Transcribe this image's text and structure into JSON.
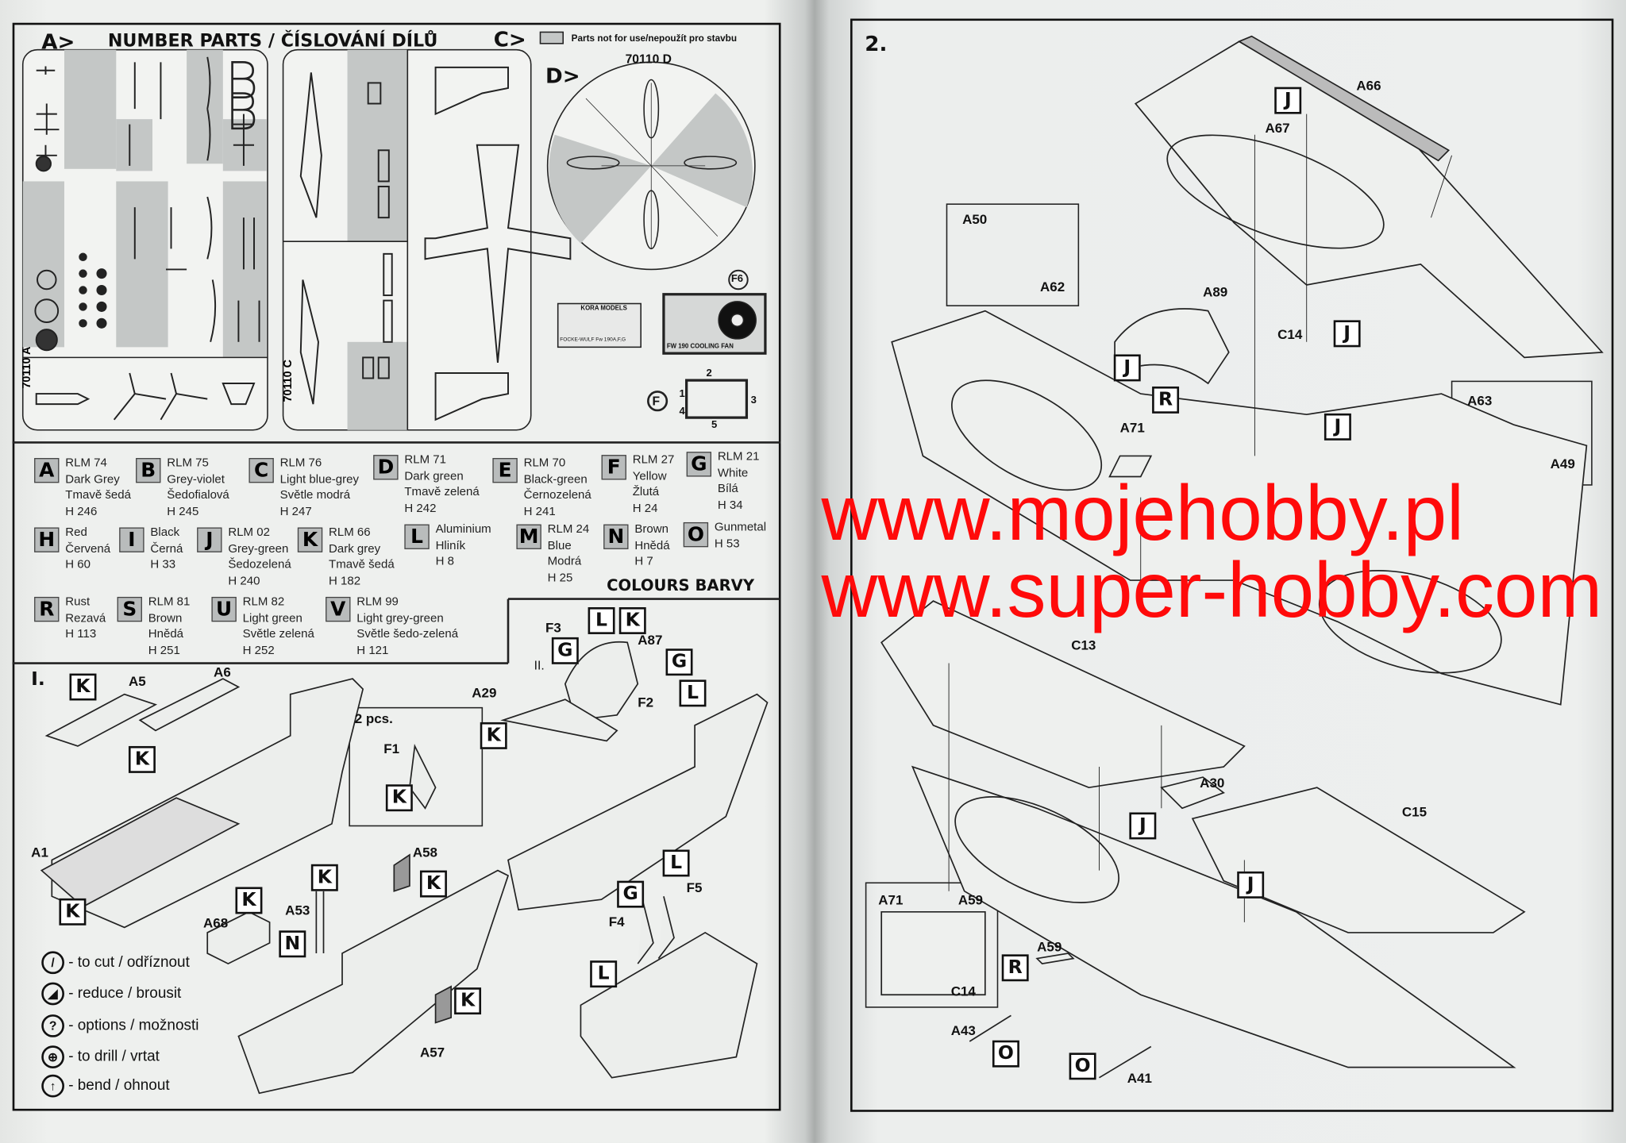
{
  "watermark": "www.mojehobby.pl www.super-hobby.com",
  "parts_header": {
    "a_label": "A>",
    "title": "NUMBER PARTS / ČÍSLOVÁNÍ DÍLŮ",
    "c_label": "C>",
    "d_label": "D>",
    "legend": "Parts not for use/nepoužít pro stavbu"
  },
  "sprues": {
    "a": "70110 A",
    "c": "70110 C",
    "d": "70110 D",
    "f6": "F6",
    "f": "F",
    "kora": "KORA MODELS",
    "kora_sub": "FOCKE-WULF Fw 190A,F,G",
    "fan": "FW 190 COOLING FAN",
    "fret_numbers": [
      "1",
      "2",
      "3",
      "4",
      "5"
    ]
  },
  "colours": {
    "title": "COLOURS BARVY",
    "items": [
      {
        "code": "A",
        "lines": [
          "RLM 74",
          "Dark Grey",
          "Tmavě šedá",
          "H 246"
        ]
      },
      {
        "code": "B",
        "lines": [
          "RLM 75",
          "Grey-violet",
          "Šedofialová",
          "H 245"
        ]
      },
      {
        "code": "C",
        "lines": [
          "RLM 76",
          "Light blue-grey",
          "Světle modrá",
          "H 247"
        ]
      },
      {
        "code": "D",
        "lines": [
          "RLM 71",
          "Dark green",
          "Tmavě zelená",
          "H 242"
        ]
      },
      {
        "code": "E",
        "lines": [
          "RLM 70",
          "Black-green",
          "Černozelená",
          "H 241"
        ]
      },
      {
        "code": "F",
        "lines": [
          "RLM 27",
          "Yellow",
          "Žlutá",
          "H 24"
        ]
      },
      {
        "code": "G",
        "lines": [
          "RLM 21",
          "White",
          "Bílá",
          "H 34"
        ]
      },
      {
        "code": "H",
        "lines": [
          "Red",
          "Červená",
          "H 60"
        ]
      },
      {
        "code": "I",
        "lines": [
          "Black",
          "Černá",
          "H 33"
        ]
      },
      {
        "code": "J",
        "lines": [
          "RLM 02",
          "Grey-green",
          "Šedozelená",
          "H 240"
        ]
      },
      {
        "code": "K",
        "lines": [
          "RLM 66",
          "Dark grey",
          "Tmavě šedá",
          "H 182"
        ]
      },
      {
        "code": "L",
        "lines": [
          "Aluminium",
          "Hliník",
          "H 8"
        ]
      },
      {
        "code": "M",
        "lines": [
          "RLM 24",
          "Blue",
          "Modrá",
          "H 25"
        ]
      },
      {
        "code": "N",
        "lines": [
          "Brown",
          "Hnědá",
          "H 7"
        ]
      },
      {
        "code": "O",
        "lines": [
          "Gunmetal",
          "H 53"
        ]
      },
      {
        "code": "R",
        "lines": [
          "Rust",
          "Rezavá",
          "H 113"
        ]
      },
      {
        "code": "S",
        "lines": [
          "RLM 81",
          "Brown",
          "Hnědá",
          "H 251"
        ]
      },
      {
        "code": "U",
        "lines": [
          "RLM 82",
          "Light green",
          "Světle zelená",
          "H 252"
        ]
      },
      {
        "code": "V",
        "lines": [
          "RLM 99",
          "Light grey-green",
          "Světle šedo-zelená",
          "H 121"
        ]
      }
    ]
  },
  "step1": {
    "title": "I.",
    "sub_title": "II.",
    "pcs": "2 pcs.",
    "callouts": [
      {
        "text": "K",
        "kind": "box"
      },
      {
        "text": "A5",
        "kind": "label"
      },
      {
        "text": "A6",
        "kind": "label"
      },
      {
        "text": "K",
        "kind": "box"
      },
      {
        "text": "A1",
        "kind": "label"
      },
      {
        "text": "K",
        "kind": "box"
      },
      {
        "text": "F1",
        "kind": "label"
      },
      {
        "text": "K",
        "kind": "box"
      },
      {
        "text": "A29",
        "kind": "label"
      },
      {
        "text": "K",
        "kind": "box"
      },
      {
        "text": "F3",
        "kind": "label"
      },
      {
        "text": "L",
        "kind": "box"
      },
      {
        "text": "K",
        "kind": "box"
      },
      {
        "text": "G",
        "kind": "box"
      },
      {
        "text": "A87",
        "kind": "label"
      },
      {
        "text": "G",
        "kind": "box"
      },
      {
        "text": "L",
        "kind": "box"
      },
      {
        "text": "F2",
        "kind": "label"
      },
      {
        "text": "A58",
        "kind": "label"
      },
      {
        "text": "K",
        "kind": "box"
      },
      {
        "text": "K",
        "kind": "box"
      },
      {
        "text": "K",
        "kind": "box"
      },
      {
        "text": "A53",
        "kind": "label"
      },
      {
        "text": "N",
        "kind": "box"
      },
      {
        "text": "A68",
        "kind": "label"
      },
      {
        "text": "K",
        "kind": "box"
      },
      {
        "text": "A57",
        "kind": "label"
      },
      {
        "text": "L",
        "kind": "box"
      },
      {
        "text": "G",
        "kind": "box"
      },
      {
        "text": "F5",
        "kind": "label"
      },
      {
        "text": "F4",
        "kind": "label"
      },
      {
        "text": "L",
        "kind": "box"
      }
    ]
  },
  "legend": [
    {
      "icon": "cut-icon",
      "glyph": "/",
      "text": "- to cut / odříznout"
    },
    {
      "icon": "reduce-icon",
      "glyph": "◢",
      "text": "- reduce / brousit"
    },
    {
      "icon": "options-icon",
      "glyph": "?",
      "text": "- options / možnosti"
    },
    {
      "icon": "drill-icon",
      "glyph": "⊕",
      "text": "- to drill / vrtat"
    },
    {
      "icon": "bend-icon",
      "glyph": "↑",
      "text": "- bend / ohnout"
    }
  ],
  "step2": {
    "title": "2.",
    "callouts": [
      {
        "text": "J",
        "kind": "box"
      },
      {
        "text": "A66",
        "kind": "label"
      },
      {
        "text": "A67",
        "kind": "label"
      },
      {
        "text": "A50",
        "kind": "label"
      },
      {
        "text": "A62",
        "kind": "label"
      },
      {
        "text": "A89",
        "kind": "label"
      },
      {
        "text": "C14",
        "kind": "label"
      },
      {
        "text": "J",
        "kind": "box"
      },
      {
        "text": "J",
        "kind": "box"
      },
      {
        "text": "R",
        "kind": "box"
      },
      {
        "text": "A71",
        "kind": "label"
      },
      {
        "text": "J",
        "kind": "box"
      },
      {
        "text": "A63",
        "kind": "label"
      },
      {
        "text": "A49",
        "kind": "label"
      },
      {
        "text": "C13",
        "kind": "label"
      },
      {
        "text": "A30",
        "kind": "label"
      },
      {
        "text": "J",
        "kind": "box"
      },
      {
        "text": "C15",
        "kind": "label"
      },
      {
        "text": "J",
        "kind": "box"
      },
      {
        "text": "A71",
        "kind": "label"
      },
      {
        "text": "A59",
        "kind": "label"
      },
      {
        "text": "C14",
        "kind": "label"
      },
      {
        "text": "A59",
        "kind": "label"
      },
      {
        "text": "R",
        "kind": "box"
      },
      {
        "text": "A43",
        "kind": "label"
      },
      {
        "text": "O",
        "kind": "box"
      },
      {
        "text": "O",
        "kind": "box"
      },
      {
        "text": "A41",
        "kind": "label"
      }
    ]
  }
}
